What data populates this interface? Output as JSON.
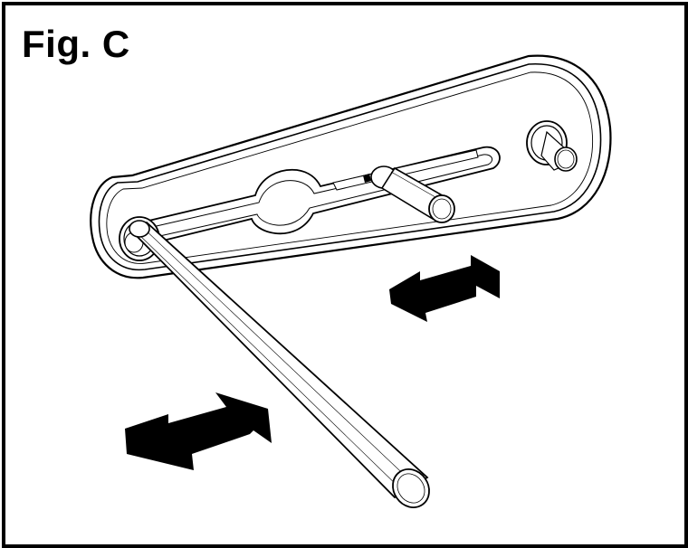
{
  "figure": {
    "label": "Fig. C"
  },
  "parts": {
    "plate": "mounting-plate",
    "slot": "adjustment-slot",
    "pivot_knob": "pivot-knob",
    "slider_pin": "slider-pin",
    "long_rod": "long-rod"
  },
  "arrows": {
    "upper": "double-arrow",
    "lower": "double-arrow"
  },
  "colors": {
    "ink": "#000000",
    "paper": "#ffffff",
    "shade": "#9a9a9a"
  }
}
